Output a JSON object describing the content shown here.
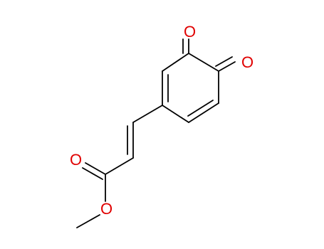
{
  "molecule": {
    "atoms": {
      "o_top": "O",
      "o_right": "O",
      "o_carbonyl": "O",
      "o_ester": "O"
    },
    "colors": {
      "bond": "#000000",
      "oxygen": "#e00000",
      "background": "#ffffff"
    }
  }
}
